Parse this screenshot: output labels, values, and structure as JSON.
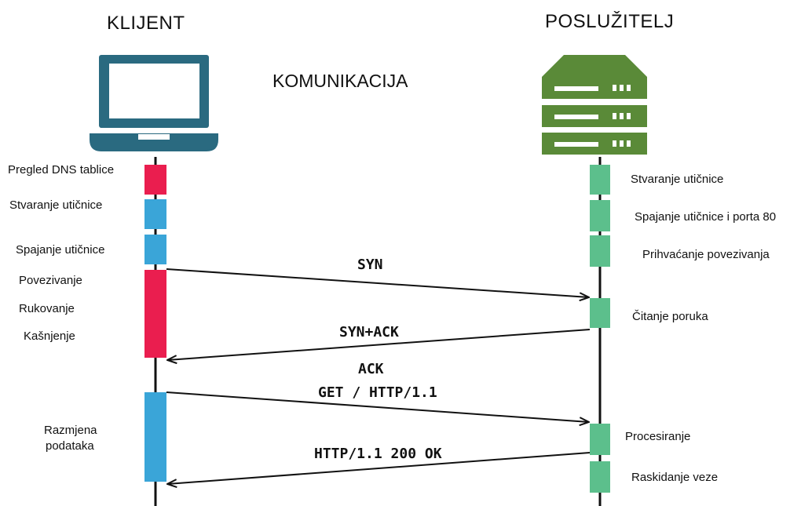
{
  "header": {
    "client_title": "KLIJENT",
    "server_title": "POSLUŽITELJ",
    "center_title": "KOMUNIKACIJA"
  },
  "icons": {
    "client": "laptop-icon",
    "server": "server-rack-icon"
  },
  "colors": {
    "red": "#ea1e4f",
    "blue": "#3aa5d8",
    "green": "#5cbf8c",
    "laptop": "#2a6a80",
    "server": "#5a8a38",
    "line": "#111111"
  },
  "client_steps": {
    "dns": "Pregled DNS tablice",
    "socket": "Stvaranje utičnice",
    "connect": "Spajanje utičnice",
    "connecting": "Povezivanje",
    "handshake": "Rukovanje",
    "delay": "Kašnjenje",
    "exchange_line1": "Razmjena",
    "exchange_line2": "podataka"
  },
  "server_steps": {
    "socket": "Stvaranje utičnice",
    "bind": "Spajanje utičnice i porta 80",
    "accept": "Prihvaćanje povezivanja",
    "read": "Čitanje poruka",
    "process": "Procesiranje",
    "close": "Raskidanje veze"
  },
  "messages": {
    "syn": "SYN",
    "synack": "SYN+ACK",
    "ack": "ACK",
    "get": "GET / HTTP/1.1",
    "response": "HTTP/1.1 200 OK"
  }
}
